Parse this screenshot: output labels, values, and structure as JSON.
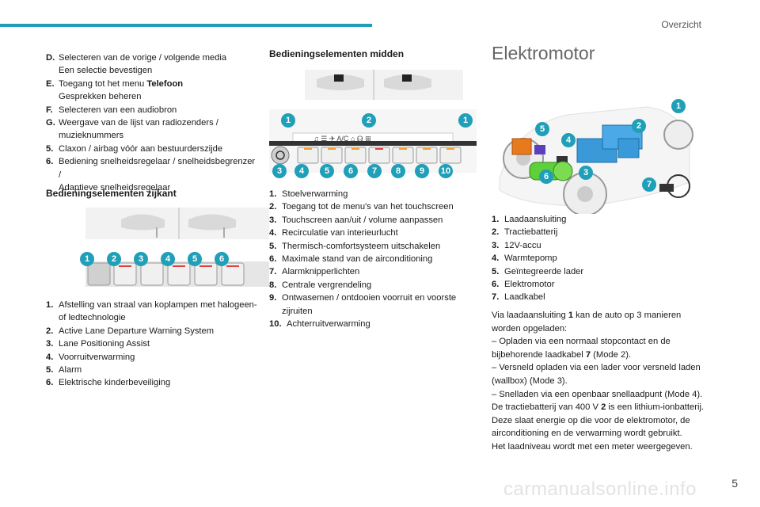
{
  "header": {
    "section": "Overzicht"
  },
  "page_number": "5",
  "watermark": "carmanualsonline.info",
  "left_list": [
    {
      "key": "D.",
      "lines": [
        "Selecteren van de vorige / volgende media",
        "Een selectie bevestigen"
      ]
    },
    {
      "key": "E.",
      "lines": [
        "Toegang tot het menu Telefoon",
        "Gesprekken beheren"
      ]
    },
    {
      "key": "F.",
      "lines": [
        "Selecteren van een audiobron"
      ]
    },
    {
      "key": "G.",
      "lines": [
        "Weergave van de lijst van radiozenders /",
        "muzieknummers"
      ]
    },
    {
      "key": "5.",
      "lines": [
        "Claxon / airbag vóór aan bestuurderszijde"
      ]
    },
    {
      "key": "6.",
      "lines": [
        "Bediening snelheidsregelaar / snelheidsbegrenzer /",
        "Adaptieve snelheidsregelaar"
      ]
    }
  ],
  "side_controls": {
    "title": "Bedieningselementen zijkant",
    "badges": [
      "1",
      "2",
      "3",
      "4",
      "5",
      "6"
    ],
    "items": [
      {
        "key": "1.",
        "lines": [
          "Afstelling van straal van koplampen met halogeen-",
          "of ledtechnologie"
        ]
      },
      {
        "key": "2.",
        "lines": [
          "Active Lane Departure Warning System"
        ]
      },
      {
        "key": "3.",
        "lines": [
          "Lane Positioning Assist"
        ]
      },
      {
        "key": "4.",
        "lines": [
          "Voorruitverwarming"
        ]
      },
      {
        "key": "5.",
        "lines": [
          "Alarm"
        ]
      },
      {
        "key": "6.",
        "lines": [
          "Elektrische kinderbeveiliging"
        ]
      }
    ]
  },
  "center_controls": {
    "title": "Bedieningselementen midden",
    "badges_top": [
      "1",
      "2",
      "1"
    ],
    "badges_bottom": [
      "3",
      "4",
      "5",
      "6",
      "7",
      "8",
      "9",
      "10"
    ],
    "items": [
      {
        "key": "1.",
        "lines": [
          "Stoelverwarming"
        ]
      },
      {
        "key": "2.",
        "lines": [
          "Toegang tot de menu's van het touchscreen"
        ]
      },
      {
        "key": "3.",
        "lines": [
          "Touchscreen aan/uit / volume aanpassen"
        ]
      },
      {
        "key": "4.",
        "lines": [
          "Recirculatie van interieurlucht"
        ]
      },
      {
        "key": "5.",
        "lines": [
          "Thermisch-comfortsysteem uitschakelen"
        ]
      },
      {
        "key": "6.",
        "lines": [
          "Maximale stand van de airconditioning"
        ]
      },
      {
        "key": "7.",
        "lines": [
          "Alarmknipperlichten"
        ]
      },
      {
        "key": "8.",
        "lines": [
          "Centrale vergrendeling"
        ]
      },
      {
        "key": "9.",
        "lines": [
          "Ontwasemen / ontdooien voorruit en voorste",
          "zijruiten"
        ]
      },
      {
        "key": "10.",
        "lines": [
          "Achterruitverwarming"
        ]
      }
    ]
  },
  "motor": {
    "title": "Elektromotor",
    "badges": [
      "1",
      "2",
      "3",
      "4",
      "5",
      "6",
      "7"
    ],
    "items": [
      {
        "key": "1.",
        "lines": [
          "Laadaansluiting"
        ]
      },
      {
        "key": "2.",
        "lines": [
          "Tractiebatterij"
        ]
      },
      {
        "key": "3.",
        "lines": [
          "12V-accu"
        ]
      },
      {
        "key": "4.",
        "lines": [
          "Warmtepomp"
        ]
      },
      {
        "key": "5.",
        "lines": [
          "Geïntegreerde lader"
        ]
      },
      {
        "key": "6.",
        "lines": [
          "Elektromotor"
        ]
      },
      {
        "key": "7.",
        "lines": [
          "Laadkabel"
        ]
      }
    ],
    "paragraphs": [
      "Via laadaansluiting 1 kan de auto op 3 manieren worden opgeladen:",
      "–  Opladen via een normaal stopcontact en de bijbehorende laadkabel 7 (Mode 2).",
      "–  Versneld opladen via een lader voor versneld laden (wallbox) (Mode 3).",
      "–  Snelladen via een openbaar snellaadpunt (Mode 4).",
      "De tractiebatterij van 400 V 2 is een lithium-ionbatterij. Deze slaat energie op die voor de elektromotor, de airconditioning en de verwarming wordt gebruikt.",
      "Het laadniveau wordt met een meter weergegeven."
    ]
  },
  "colors": {
    "accent": "#1f9fb8"
  }
}
